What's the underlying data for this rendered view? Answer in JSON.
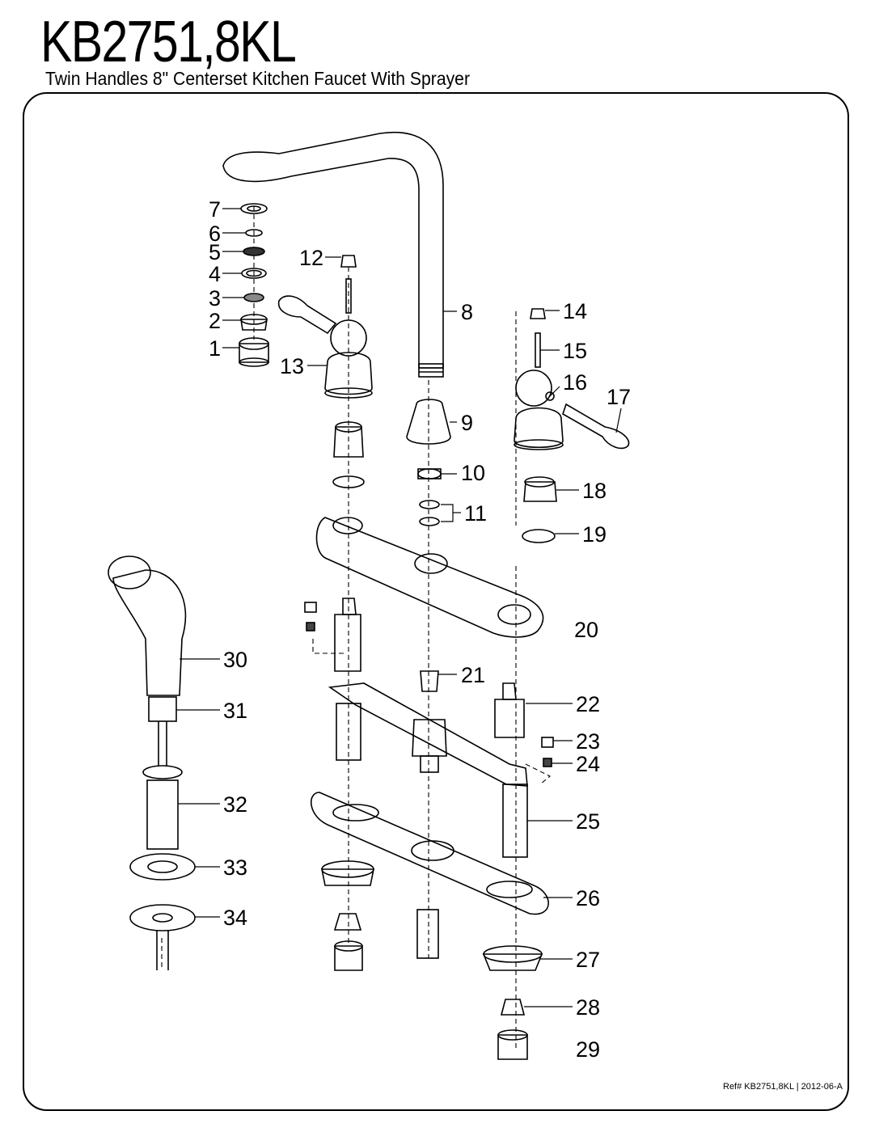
{
  "title": "KB2751,8KL",
  "subtitle": "Twin Handles 8\" Centerset Kitchen Faucet With Sprayer",
  "callouts": [
    "1",
    "2",
    "3",
    "4",
    "5",
    "6",
    "7",
    "8",
    "9",
    "10",
    "11",
    "12",
    "13",
    "14",
    "15",
    "16",
    "17",
    "18",
    "19",
    "20",
    "21",
    "22",
    "23",
    "24",
    "25",
    "26",
    "27",
    "28",
    "29",
    "30",
    "31",
    "32",
    "33",
    "34"
  ],
  "reference": "Ref# KB2751,8KL | 2012-06-A"
}
